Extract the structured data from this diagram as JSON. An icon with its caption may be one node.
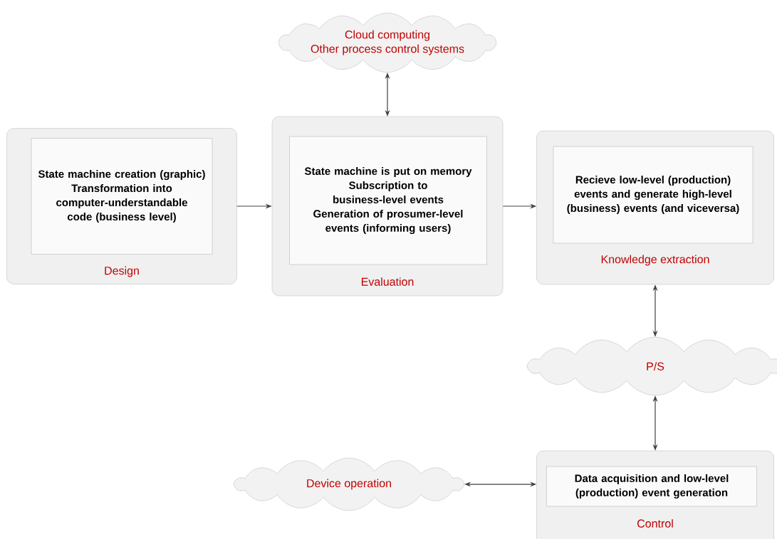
{
  "diagram": {
    "nodes": [
      {
        "text": [
          "Design"
        ]
      },
      {
        "text": [
          "State machine creation (graphic)",
          "Transformation into computer-understandable code (business level)"
        ],
        "in": 0
      },
      {
        "text": [
          "Evaluation"
        ]
      },
      {
        "text": [
          "State machine is put on memory",
          "Subscription to business-level events",
          "Generation of prosumer-level events (informing users)"
        ],
        "in": 2
      },
      {
        "text": [
          "Cloud computing",
          "Other process control systems"
        ]
      },
      {
        "text": [
          "Knowledge extraction"
        ]
      },
      {
        "text": [
          "Recieve low-level (production) events and generate high-level (business) events (and viceversa)"
        ],
        "in": 5
      },
      {
        "text": [
          "P/S"
        ]
      },
      {
        "text": [
          "Control"
        ]
      },
      {
        "text": [
          "Data acquisition and low-level (production) event generation"
        ],
        "in": 8
      },
      {
        "text": [
          "Device operation"
        ]
      }
    ],
    "edges": [
      {
        "from": 0,
        "to": 2,
        "arrow": "to"
      },
      {
        "from": 2,
        "to": 5,
        "arrow": "to"
      },
      {
        "from": 2,
        "to": 4,
        "arrow": "both"
      },
      {
        "from": 5,
        "to": 7,
        "arrow": "both"
      },
      {
        "from": 7,
        "to": 8,
        "arrow": "both"
      },
      {
        "from": 10,
        "to": 8,
        "arrow": "both"
      }
    ]
  }
}
